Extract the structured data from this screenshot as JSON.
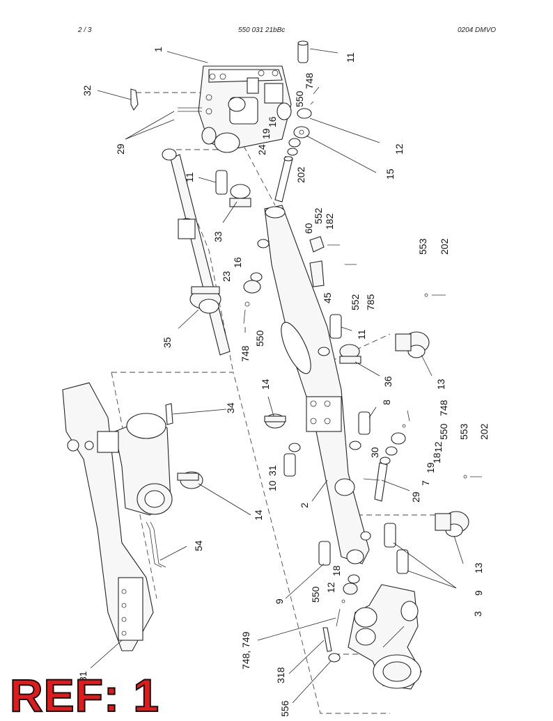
{
  "header": {
    "page": "2 /   3",
    "doc_number": "550 031 21bBc",
    "code": "0204 DMVO"
  },
  "ref_stamp": "REF: 1",
  "labels": [
    {
      "id": "l-1",
      "text": "1"
    },
    {
      "id": "l-11a",
      "text": "11"
    },
    {
      "id": "l-748a",
      "text": "748"
    },
    {
      "id": "l-550a",
      "text": "550"
    },
    {
      "id": "l-32",
      "text": "32"
    },
    {
      "id": "l-29a",
      "text": "29"
    },
    {
      "id": "l-16a",
      "text": "16"
    },
    {
      "id": "l-19a",
      "text": "19"
    },
    {
      "id": "l-24",
      "text": "24"
    },
    {
      "id": "l-202a",
      "text": "202"
    },
    {
      "id": "l-12a",
      "text": "12"
    },
    {
      "id": "l-15",
      "text": "15"
    },
    {
      "id": "l-11b",
      "text": "11"
    },
    {
      "id": "l-33",
      "text": "33"
    },
    {
      "id": "l-60",
      "text": "60"
    },
    {
      "id": "l-552a",
      "text": "552"
    },
    {
      "id": "l-182",
      "text": "182"
    },
    {
      "id": "l-553a",
      "text": "553"
    },
    {
      "id": "l-202b",
      "text": "202"
    },
    {
      "id": "l-16b",
      "text": "16"
    },
    {
      "id": "l-23",
      "text": "23"
    },
    {
      "id": "l-45",
      "text": "45"
    },
    {
      "id": "l-552b",
      "text": "552"
    },
    {
      "id": "l-785",
      "text": "785"
    },
    {
      "id": "l-35",
      "text": "35"
    },
    {
      "id": "l-748b",
      "text": "748"
    },
    {
      "id": "l-550b",
      "text": "550"
    },
    {
      "id": "l-11c",
      "text": "11"
    },
    {
      "id": "l-36",
      "text": "36"
    },
    {
      "id": "l-13a",
      "text": "13"
    },
    {
      "id": "l-14a",
      "text": "14"
    },
    {
      "id": "l-34",
      "text": "34"
    },
    {
      "id": "l-8",
      "text": "8"
    },
    {
      "id": "l-748c",
      "text": "748"
    },
    {
      "id": "l-550c",
      "text": "550"
    },
    {
      "id": "l-553b",
      "text": "553"
    },
    {
      "id": "l-202c",
      "text": "202"
    },
    {
      "id": "l-12b",
      "text": "12"
    },
    {
      "id": "l-18a",
      "text": "18"
    },
    {
      "id": "l-19b",
      "text": "19"
    },
    {
      "id": "l-30",
      "text": "30"
    },
    {
      "id": "l-7",
      "text": "7"
    },
    {
      "id": "l-29b",
      "text": "29"
    },
    {
      "id": "l-10",
      "text": "10"
    },
    {
      "id": "l-31",
      "text": "31"
    },
    {
      "id": "l-2",
      "text": "2"
    },
    {
      "id": "l-14b",
      "text": "14"
    },
    {
      "id": "l-54",
      "text": "54"
    },
    {
      "id": "l-13b",
      "text": "13"
    },
    {
      "id": "l-9a",
      "text": "9"
    },
    {
      "id": "l-9b",
      "text": "9"
    },
    {
      "id": "l-12c",
      "text": "12"
    },
    {
      "id": "l-18b",
      "text": "18"
    },
    {
      "id": "l-550d",
      "text": "550"
    },
    {
      "id": "l-3",
      "text": "3"
    },
    {
      "id": "l-748-749",
      "text": "748, 749"
    },
    {
      "id": "l-318",
      "text": "318"
    },
    {
      "id": "l-556",
      "text": "556"
    },
    {
      "id": "l-81",
      "text": "81"
    }
  ]
}
